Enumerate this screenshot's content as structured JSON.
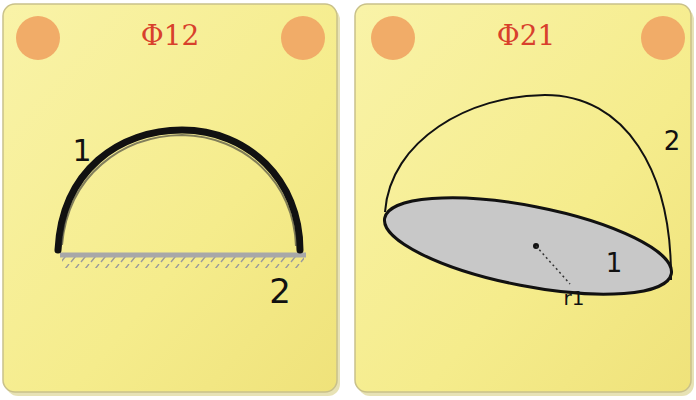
{
  "diagram": {
    "labels": [
      "Φ12",
      "1",
      "2",
      "Φ21",
      "2",
      "1",
      "r1"
    ]
  }
}
